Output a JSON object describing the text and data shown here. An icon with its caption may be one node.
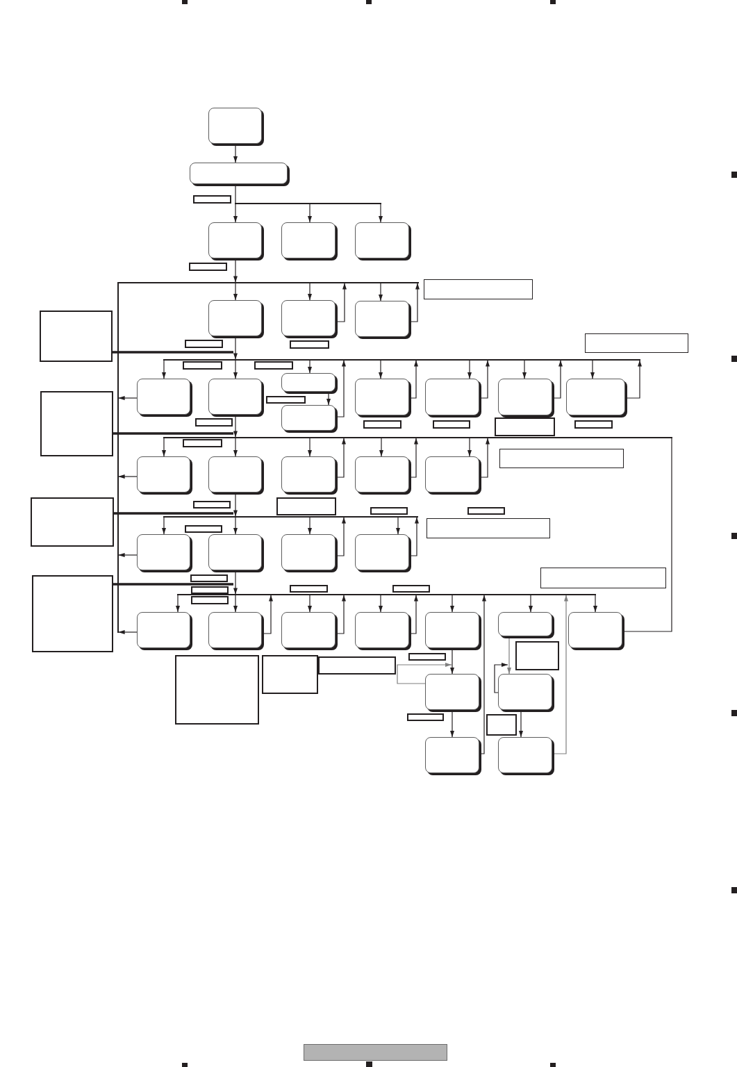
{
  "diagram": {
    "nodes": [
      {
        "text": [],
        "shape": "box"
      },
      {
        "text": [],
        "shape": "box"
      },
      {
        "text": [],
        "shape": "bar"
      },
      {
        "text": [],
        "shape": "box"
      },
      {
        "text": [],
        "shape": "box"
      },
      {
        "text": [],
        "shape": "box"
      },
      {
        "text": [],
        "shape": "bar"
      },
      {
        "text": [],
        "shape": "rectangle"
      },
      {
        "text": [],
        "shape": "box"
      },
      {
        "text": [],
        "shape": "box"
      },
      {
        "text": [],
        "shape": "box"
      },
      {
        "text": [],
        "shape": "rectangle"
      },
      {
        "text": [],
        "shape": "rectangle"
      },
      {
        "text": [],
        "shape": "bar"
      },
      {
        "text": [],
        "shape": "bar"
      },
      {
        "text": [],
        "shape": "bar"
      },
      {
        "text": [],
        "shape": "bar"
      },
      {
        "text": [],
        "shape": "box"
      },
      {
        "text": [],
        "shape": "box"
      },
      {
        "text": [],
        "shape": "box"
      },
      {
        "text": [],
        "shape": "box"
      },
      {
        "text": [],
        "shape": "box"
      },
      {
        "text": [],
        "shape": "box"
      },
      {
        "text": [],
        "shape": "box"
      },
      {
        "text": [],
        "shape": "rectangle"
      },
      {
        "text": [],
        "shape": "bar"
      },
      {
        "text": [],
        "shape": "box"
      },
      {
        "text": [],
        "shape": "rectangle"
      },
      {
        "text": [],
        "shape": "bar"
      },
      {
        "text": [],
        "shape": "bar"
      },
      {
        "text": [],
        "shape": "bar"
      },
      {
        "text": [],
        "shape": "bar"
      },
      {
        "text": [],
        "shape": "bar"
      },
      {
        "text": [],
        "shape": "rectangle"
      },
      {
        "text": [],
        "shape": "box"
      },
      {
        "text": [],
        "shape": "box"
      },
      {
        "text": [],
        "shape": "box"
      },
      {
        "text": [],
        "shape": "box"
      },
      {
        "text": [],
        "shape": "box"
      },
      {
        "text": [],
        "shape": "rectangle"
      },
      {
        "text": [],
        "shape": "rectangle"
      },
      {
        "text": [],
        "shape": "bar"
      },
      {
        "text": [],
        "shape": "bar"
      },
      {
        "text": [],
        "shape": "bar"
      },
      {
        "text": [],
        "shape": "rectangle"
      },
      {
        "text": [],
        "shape": "bar"
      },
      {
        "text": [],
        "shape": "box"
      },
      {
        "text": [],
        "shape": "box"
      },
      {
        "text": [],
        "shape": "box"
      },
      {
        "text": [],
        "shape": "box"
      },
      {
        "text": [],
        "shape": "rectangle"
      },
      {
        "text": [],
        "shape": "bar"
      },
      {
        "text": [],
        "shape": "rectangle"
      },
      {
        "text": [],
        "shape": "bar"
      },
      {
        "text": [],
        "shape": "bar"
      },
      {
        "text": [],
        "shape": "bar"
      },
      {
        "text": [],
        "shape": "bar"
      },
      {
        "text": [],
        "shape": "box"
      },
      {
        "text": [],
        "shape": "box"
      },
      {
        "text": [],
        "shape": "box"
      },
      {
        "text": [],
        "shape": "box"
      },
      {
        "text": [],
        "shape": "box"
      },
      {
        "text": [],
        "shape": "box"
      },
      {
        "text": [],
        "shape": "box"
      },
      {
        "text": [],
        "shape": "rectangle"
      },
      {
        "text": [],
        "shape": "bar"
      },
      {
        "text": [],
        "shape": "rectangle"
      },
      {
        "text": [],
        "shape": "rectangle"
      },
      {
        "text": [],
        "shape": "rectangle"
      },
      {
        "text": [],
        "shape": "box"
      },
      {
        "text": [],
        "shape": "box"
      },
      {
        "text": [],
        "shape": "bar"
      },
      {
        "text": [],
        "shape": "rectangle"
      },
      {
        "text": [],
        "shape": "box"
      },
      {
        "text": [],
        "shape": "box"
      },
      {
        "text": [],
        "shape": "band"
      },
      {
        "text": [],
        "shape": "line"
      },
      {
        "text": [],
        "shape": "line"
      },
      {
        "text": [],
        "shape": "line"
      },
      {
        "text": [],
        "shape": "line"
      },
      {
        "text": [],
        "shape": "line"
      },
      {
        "text": [],
        "shape": "line"
      },
      {
        "text": [],
        "shape": "line"
      }
    ],
    "edges": [
      {
        "from": 0,
        "to": 1,
        "arrow": "to"
      },
      {
        "from": 1,
        "to": 76,
        "arrow": "none"
      },
      {
        "from": 76,
        "to": 3,
        "arrow": "to"
      },
      {
        "from": 76,
        "to": 4,
        "arrow": "to"
      },
      {
        "from": 76,
        "to": 5,
        "arrow": "to"
      },
      {
        "from": 3,
        "to": 77,
        "arrow": "to"
      },
      {
        "from": 77,
        "to": 8,
        "arrow": "to"
      },
      {
        "from": 77,
        "to": 9,
        "arrow": "to"
      },
      {
        "from": 77,
        "to": 10,
        "arrow": "to"
      },
      {
        "from": 9,
        "to": 77,
        "arrow": "to"
      },
      {
        "from": 10,
        "to": 77,
        "arrow": "to"
      },
      {
        "from": 18,
        "to": 78,
        "arrow": "to"
      },
      {
        "from": 34,
        "to": 78,
        "arrow": "to"
      },
      {
        "from": 46,
        "to": 78,
        "arrow": "to"
      },
      {
        "from": 57,
        "to": 78,
        "arrow": "to"
      },
      {
        "from": 11,
        "to": 79,
        "arrow": "none",
        "style": "thick"
      },
      {
        "from": 8,
        "to": 79,
        "arrow": "to"
      },
      {
        "from": 79,
        "to": 18,
        "arrow": "to"
      },
      {
        "from": 79,
        "to": 19,
        "arrow": "to"
      },
      {
        "from": 79,
        "to": 17,
        "arrow": "to"
      },
      {
        "from": 79,
        "to": 20,
        "arrow": "to"
      },
      {
        "from": 79,
        "to": 21,
        "arrow": "to"
      },
      {
        "from": 79,
        "to": 22,
        "arrow": "to"
      },
      {
        "from": 79,
        "to": 23,
        "arrow": "to"
      },
      {
        "from": 17,
        "to": 26,
        "arrow": "to"
      },
      {
        "from": 26,
        "to": 79,
        "arrow": "to"
      },
      {
        "from": 20,
        "to": 79,
        "arrow": "to"
      },
      {
        "from": 21,
        "to": 79,
        "arrow": "to"
      },
      {
        "from": 22,
        "to": 79,
        "arrow": "to"
      },
      {
        "from": 23,
        "to": 79,
        "arrow": "to"
      },
      {
        "from": 24,
        "to": 80,
        "arrow": "none",
        "style": "thick"
      },
      {
        "from": 19,
        "to": 80,
        "arrow": "to"
      },
      {
        "from": 80,
        "to": 34,
        "arrow": "to"
      },
      {
        "from": 80,
        "to": 35,
        "arrow": "to"
      },
      {
        "from": 80,
        "to": 36,
        "arrow": "to"
      },
      {
        "from": 80,
        "to": 37,
        "arrow": "to"
      },
      {
        "from": 80,
        "to": 38,
        "arrow": "to"
      },
      {
        "from": 36,
        "to": 80,
        "arrow": "to"
      },
      {
        "from": 37,
        "to": 80,
        "arrow": "to"
      },
      {
        "from": 38,
        "to": 80,
        "arrow": "to"
      },
      {
        "from": 63,
        "to": 80,
        "arrow": "none"
      },
      {
        "from": 39,
        "to": 81,
        "arrow": "none",
        "style": "thick"
      },
      {
        "from": 35,
        "to": 81,
        "arrow": "to"
      },
      {
        "from": 81,
        "to": 46,
        "arrow": "to"
      },
      {
        "from": 81,
        "to": 47,
        "arrow": "to"
      },
      {
        "from": 81,
        "to": 48,
        "arrow": "to"
      },
      {
        "from": 81,
        "to": 49,
        "arrow": "to"
      },
      {
        "from": 48,
        "to": 81,
        "arrow": "to"
      },
      {
        "from": 49,
        "to": 81,
        "arrow": "to"
      },
      {
        "from": 52,
        "to": 51,
        "arrow": "none",
        "style": "thick"
      },
      {
        "from": 47,
        "to": 82,
        "arrow": "to"
      },
      {
        "from": 82,
        "to": 57,
        "arrow": "to"
      },
      {
        "from": 82,
        "to": 58,
        "arrow": "to"
      },
      {
        "from": 82,
        "to": 59,
        "arrow": "to"
      },
      {
        "from": 82,
        "to": 60,
        "arrow": "to"
      },
      {
        "from": 82,
        "to": 61,
        "arrow": "to"
      },
      {
        "from": 82,
        "to": 62,
        "arrow": "to"
      },
      {
        "from": 82,
        "to": 63,
        "arrow": "to"
      },
      {
        "from": 58,
        "to": 82,
        "arrow": "to"
      },
      {
        "from": 59,
        "to": 82,
        "arrow": "to"
      },
      {
        "from": 60,
        "to": 82,
        "arrow": "to"
      },
      {
        "from": 61,
        "to": 69,
        "arrow": "to"
      },
      {
        "from": 69,
        "to": 69,
        "arrow": "to",
        "color": "#7f7f7f"
      },
      {
        "from": 69,
        "to": 73,
        "arrow": "to"
      },
      {
        "from": 73,
        "to": 82,
        "arrow": "to"
      },
      {
        "from": 62,
        "to": 70,
        "arrow": "to",
        "color": "#7f7f7f"
      },
      {
        "from": 70,
        "to": 70,
        "arrow": "to"
      },
      {
        "from": 70,
        "to": 74,
        "arrow": "to"
      },
      {
        "from": 74,
        "to": 82,
        "arrow": "to",
        "color": "#7f7f7f"
      }
    ]
  }
}
